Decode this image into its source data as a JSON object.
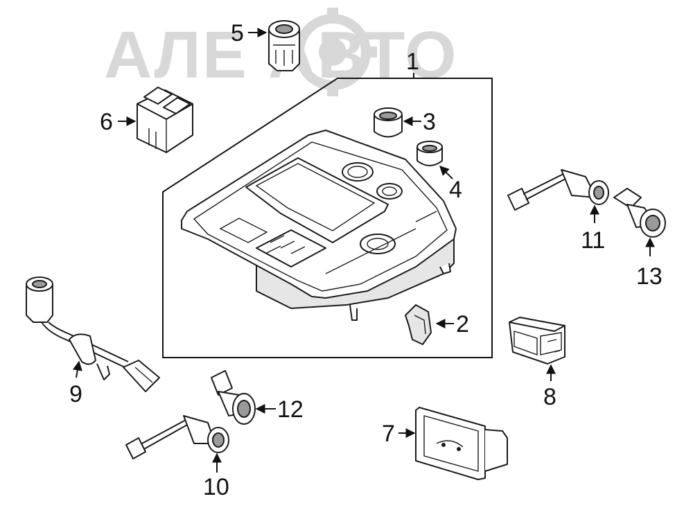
{
  "watermark": {
    "text": "АЛЕ  АВТО"
  },
  "callouts": {
    "c1": "1",
    "c2": "2",
    "c3": "3",
    "c4": "4",
    "c5": "5",
    "c6": "6",
    "c7": "7",
    "c8": "8",
    "c9": "9",
    "c10": "10",
    "c11": "11",
    "c12": "12",
    "c13": "13"
  },
  "colors": {
    "line": "#1a1a1a",
    "watermark": "#d8d8d8",
    "background": "#ffffff"
  }
}
